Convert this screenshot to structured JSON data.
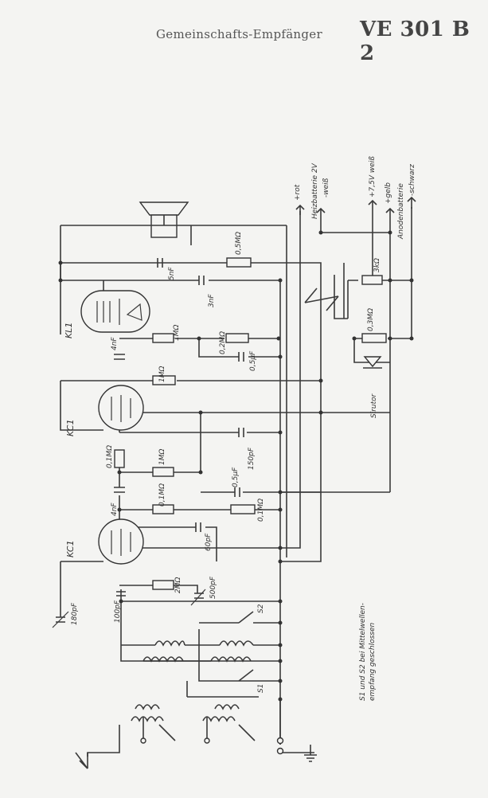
{
  "title": {
    "small": "Gemeinschafts-Empfänger",
    "model": "VE 301 B 2"
  },
  "tubes": {
    "output": "KL1",
    "audio": "KC1",
    "detector": "KC1"
  },
  "resistors": {
    "r_05M": "0,5MΩ",
    "r_3k": "3kΩ",
    "r_1M_a": "1MΩ",
    "r_02M": "0,2MΩ",
    "r_03M": "0,3MΩ",
    "r_1M_b": "1MΩ",
    "r_01M_a": "0,1MΩ",
    "r_1M_c": "1MΩ",
    "r_01M_b": "0,1MΩ",
    "r_01M_c": "0,1MΩ",
    "r_2M": "2MΩ"
  },
  "capacitors": {
    "c_5nF": "5nF",
    "c_3nF": "3nF",
    "c_4nF_a": "4nF",
    "c_05uF_a": "0,5µF",
    "c_150pF": "150pF",
    "c_05uF_b": "0,5µF",
    "c_4nF_b": "4nF",
    "c_60pF": "60pF",
    "c_500pF": "500pF",
    "c_180pF": "180pF",
    "c_100pF": "100pF"
  },
  "terminals": {
    "plus_red": "+rot",
    "heater": "Heizbatterie 2V",
    "minus_white": "-weiß",
    "plus_75V": "+7,5V weiß",
    "anode_battery": "Anodenbatterie",
    "plus_yellow": "+gelb",
    "minus_black": "-schwarz"
  },
  "other": {
    "sirutor": "Sirutor",
    "s1": "S1",
    "s2": "S2",
    "switch_note_1": "S1 und S2 bei Mittelwellen-",
    "switch_note_2": "empfang geschlossen"
  }
}
